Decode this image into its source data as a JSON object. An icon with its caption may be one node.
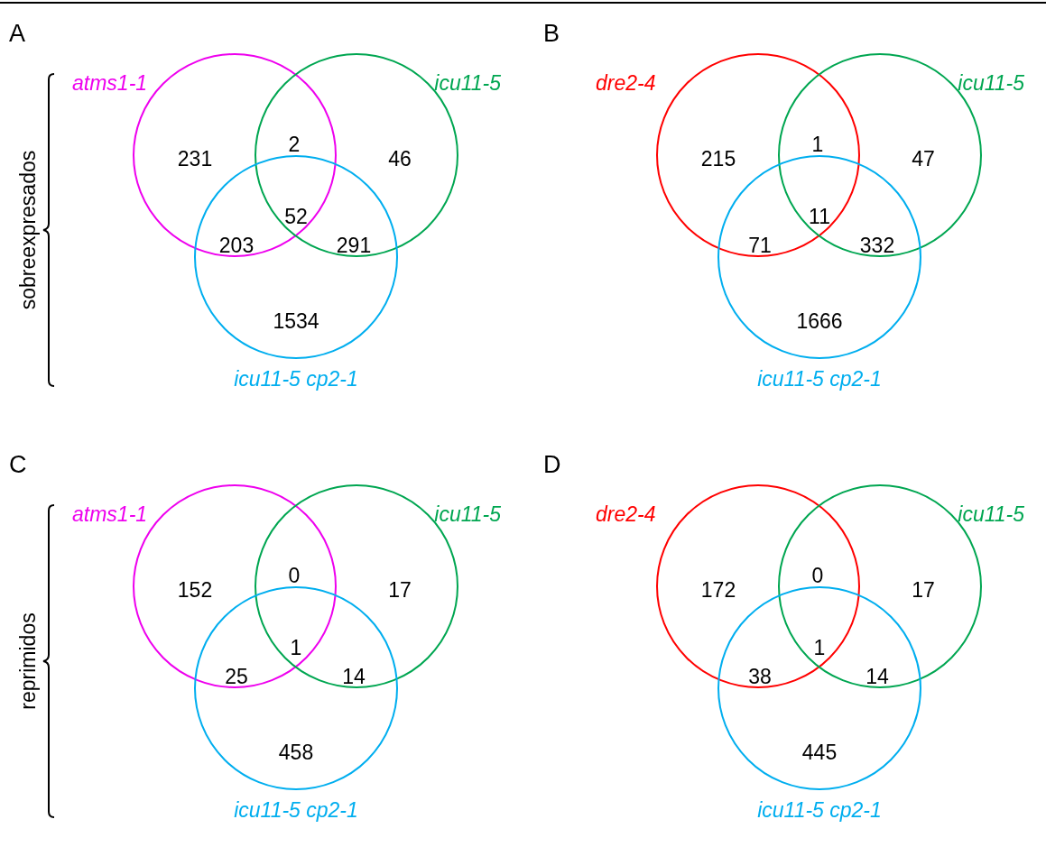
{
  "diagram": {
    "nodes": [
      {
        "text": [
          "atms1-1"
        ]
      },
      {
        "text": [
          "icu11-5"
        ]
      },
      {
        "text": [
          "icu11-5 cp2-1"
        ]
      },
      {
        "text": [
          "dre2-4"
        ]
      },
      {
        "text": [
          "icu11-5"
        ]
      },
      {
        "text": [
          "icu11-5 cp2-1"
        ]
      },
      {
        "text": [
          "atms1-1"
        ]
      },
      {
        "text": [
          "icu11-5"
        ]
      },
      {
        "text": [
          "icu11-5 cp2-1"
        ]
      },
      {
        "text": [
          "dre2-4"
        ]
      },
      {
        "text": [
          "icu11-5"
        ]
      },
      {
        "text": [
          "icu11-5 cp2-1"
        ]
      }
    ],
    "edges": [],
    "labels": [
      "A",
      "231",
      "2",
      "46",
      "52",
      "203",
      "291",
      "1534",
      "sobreexpresados",
      "B",
      "215",
      "1",
      "47",
      "11",
      "71",
      "332",
      "1666",
      "C",
      "152",
      "0",
      "17",
      "1",
      "25",
      "14",
      "458",
      "reprimidos",
      "D",
      "172",
      "0",
      "17",
      "1",
      "38",
      "14",
      "445"
    ]
  }
}
